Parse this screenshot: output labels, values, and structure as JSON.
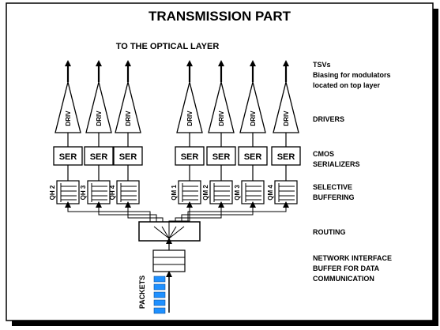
{
  "title": "TRANSMISSION PART",
  "top_label": "TO THE OPTICAL LAYER",
  "driver_label": "DRIV",
  "serializer_label": "SER",
  "queues": [
    "QH 2",
    "QH 3",
    "QH 4",
    "QM 1",
    "QM 2",
    "QM 3",
    "QM 4"
  ],
  "packets_label": "PACKETS",
  "right_labels": {
    "tsv_1": "TSVs",
    "tsv_2": "Biasing for modulators",
    "tsv_3": "located on top layer",
    "drivers": "DRIVERS",
    "cmos_1": "CMOS",
    "cmos_2": "SERIALIZERS",
    "sel_1": "SELECTIVE",
    "sel_2": "BUFFERING",
    "routing": "ROUTING",
    "ni_1": "NETWORK INTERFACE",
    "ni_2": "BUFFER FOR DATA",
    "ni_3": "COMMUNICATION"
  },
  "colors": {
    "packet": "#1e90ff",
    "line": "#000000",
    "shadow": "#000000"
  }
}
